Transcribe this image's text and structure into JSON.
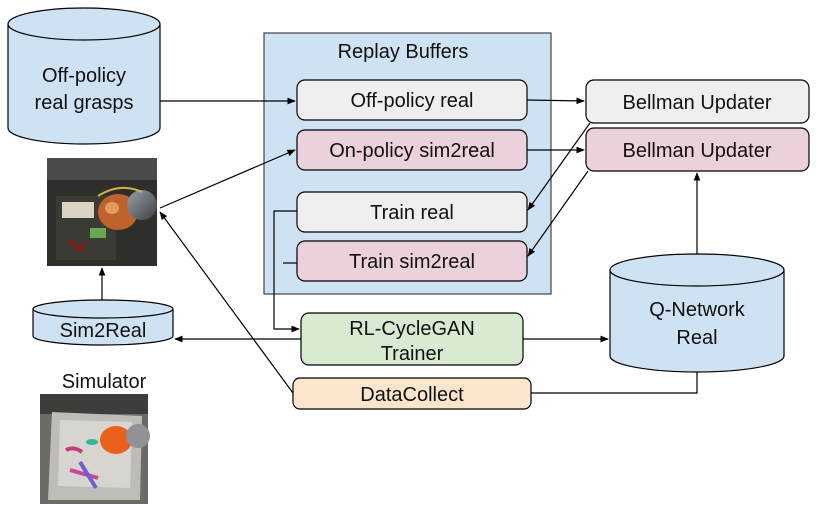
{
  "panel": {
    "title": "Replay Buffers",
    "fill": "#cfe2f3"
  },
  "databases": {
    "off_policy_real_grasps": {
      "line1": "Off-policy",
      "line2": "real grasps"
    },
    "sim2real": {
      "label": "Sim2Real"
    },
    "q_network_real": {
      "line1": "Q-Network",
      "line2": "Real"
    }
  },
  "buffers": {
    "off_policy_real": "Off-policy real",
    "on_policy_sim2real": "On-policy sim2real",
    "train_real": "Train real",
    "train_sim2real": "Train sim2real"
  },
  "updaters": {
    "bellman_1": "Bellman Updater",
    "bellman_2": "Bellman Updater"
  },
  "trainer": {
    "line1": "RL-CycleGAN",
    "line2": "Trainer"
  },
  "collector": {
    "label": "DataCollect"
  },
  "photos": {
    "simulator_caption": "Simulator"
  },
  "colors": {
    "gray_box": "#efefef",
    "pink_box": "#ead1dc",
    "green_box": "#d9ead3",
    "orange_box": "#fce5cd",
    "db_fill": "#cfe2f3",
    "line": "#000000"
  }
}
